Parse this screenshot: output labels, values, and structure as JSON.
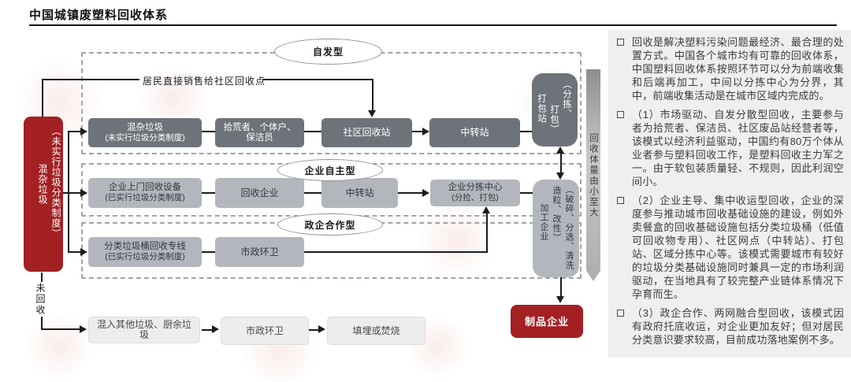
{
  "title": "中国城镇废塑料回收体系",
  "colors": {
    "accent_red": "#a32023",
    "dark_gray_box": "#6e737a",
    "light_gray_box": "#b3b7bd",
    "pale_box": "#ededee",
    "panel_bg": "#efeff0"
  },
  "diagram": {
    "source": {
      "paren": "（未实行垃圾分类制度）",
      "name": "混杂垃圾"
    },
    "resident_label": "居民直接销售给社区回收点",
    "unrecycled": "未回收",
    "banner": "回收体量由小至大",
    "g1": {
      "label": "自发型",
      "b1a": "混杂垃圾",
      "b1b": "(未实行垃圾分类制度)",
      "b2": "拾荒者、个体户、保洁员",
      "b3": "社区回收站",
      "b4": "中转站",
      "pack_paren1": "（分拣、",
      "pack_paren2": "打包）",
      "pack_name": "打包站"
    },
    "g2": {
      "label": "企业自主型",
      "b1a": "企业上门回收设备",
      "b1b": "(已实行垃圾分类制度)",
      "b2": "回收企业",
      "b3": "中转站",
      "b4a": "企业分拣中心",
      "b4b": "(分捡、打包)"
    },
    "g3": {
      "label": "政企合作型",
      "b1a": "分类垃圾桶回收专线",
      "b1b": "(已实行垃圾分类制度)",
      "b2": "市政环卫"
    },
    "proc": {
      "paren1": "（破碎、分选、清洗",
      "paren2": "造粒、改性）",
      "name": "加工企业"
    },
    "bottom": {
      "b1": "混入其他垃圾、厨余垃圾",
      "b2": "市政环卫",
      "b3": "填埋或焚烧",
      "product": "制品企业"
    }
  },
  "panel": {
    "bullets": [
      "回收是解决塑料污染问题最经济、最合理的处置方式。中国各个城市均有可靠的回收体系，中国塑料回收体系按照环节可以分为前端收集和后端再加工，中间以分拣中心为分界，其中，前端收集活动是在城市区域内完成的。",
      "（1）市场驱动、自发分散型回收，主要参与者为拾荒者、保洁员、社区废品站经营者等，该模式以经济利益驱动，中国约有80万个体从业者参与塑料回收工作，是塑料回收主力军之一。由于软包装质量轻、不规则，因此利润空间小。",
      "（2）企业主导、集中收运型回收，企业的深度参与推动城市回收基础设施的建设，例如外卖餐盒的回收基础设施包括分类垃圾桶（低值可回收物专用）、社区网点（中转站）、打包站、区域分拣中心等。该模式需要城市有较好的垃圾分类基础设施同时兼具一定的市场利润驱动，在当地具有了较完整产业链体系情况下孕育而生。",
      "（3）政企合作、两网融合型回收，该模式因有政府托底收运，对企业更加友好；但对居民分类意识要求较高，目前成功落地案例不多。"
    ]
  }
}
